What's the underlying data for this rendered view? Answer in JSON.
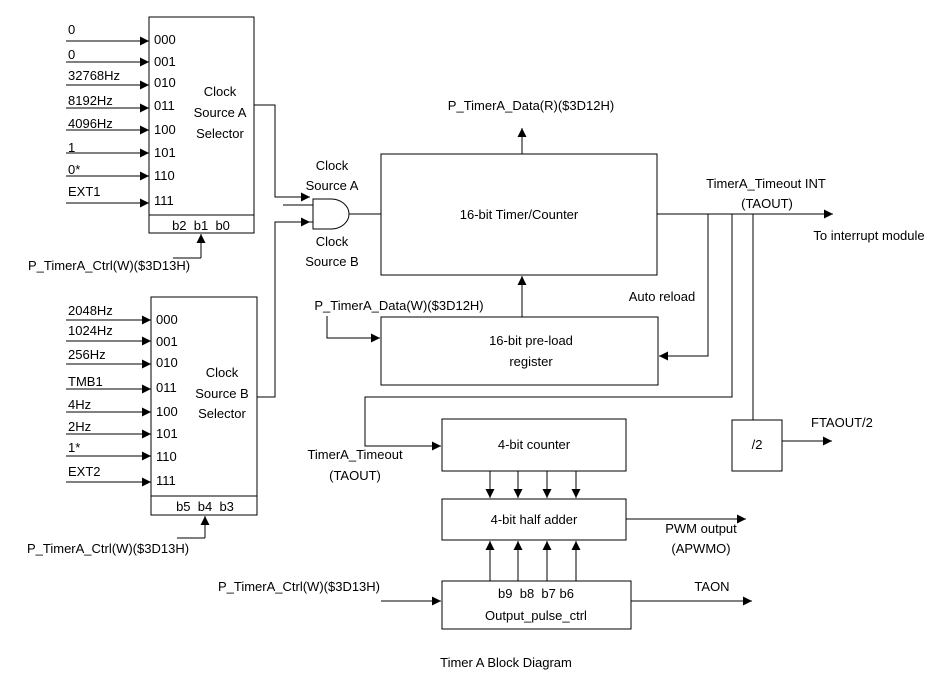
{
  "colors": {
    "stroke": "#000000",
    "background": "#ffffff"
  },
  "caption": "Timer A Block Diagram",
  "selector_a": {
    "inputs": [
      "0",
      "0",
      "32768Hz",
      "8192Hz",
      "4096Hz",
      "1",
      "0*",
      "EXT1"
    ],
    "codes": [
      "000",
      "001",
      "010",
      "011",
      "100",
      "101",
      "110",
      "111"
    ],
    "title_lines": [
      "Clock",
      "Source A",
      "Selector"
    ],
    "bits": "b2  b1  b0",
    "ctrl_label": "P_TimerA_Ctrl(W)($3D13H)"
  },
  "selector_b": {
    "inputs": [
      "2048Hz",
      "1024Hz",
      "256Hz",
      "TMB1",
      "4Hz",
      "2Hz",
      "1*",
      "EXT2"
    ],
    "codes": [
      "000",
      "001",
      "010",
      "011",
      "100",
      "101",
      "110",
      "111"
    ],
    "title_lines": [
      "Clock",
      "Source B",
      "Selector"
    ],
    "bits": "b5  b4  b3",
    "ctrl_label": "P_TimerA_Ctrl(W)($3D13H)"
  },
  "and_gate": {
    "label_a_lines": [
      "Clock",
      "Source A"
    ],
    "label_b_lines": [
      "Clock",
      "Source B"
    ]
  },
  "timer": {
    "label": "16-bit Timer/Counter",
    "read_label": "P_TimerA_Data(R)($3D12H)",
    "timeout_int": "TimerA_Timeout INT",
    "taout": "(TAOUT)",
    "interrupt_label": "To interrupt module"
  },
  "preload": {
    "label_lines": [
      "16-bit pre-load",
      "register"
    ],
    "write_label": "P_TimerA_Data(W)($3D12H)",
    "auto_reload": "Auto reload"
  },
  "divider": {
    "label": "/2",
    "output": "FTAOUT/2"
  },
  "counter4": {
    "label": "4-bit counter",
    "timeout_label_lines": [
      "TimerA_Timeout",
      "(TAOUT)"
    ]
  },
  "adder": {
    "label": "4-bit half adder",
    "pwm_label_lines": [
      "PWM output",
      "(APWMO)"
    ]
  },
  "pulse_ctrl": {
    "bits": "b9  b8  b7 b6",
    "label": "Output_pulse_ctrl",
    "ctrl_label": "P_TimerA_Ctrl(W)($3D13H)",
    "output": "TAON"
  }
}
